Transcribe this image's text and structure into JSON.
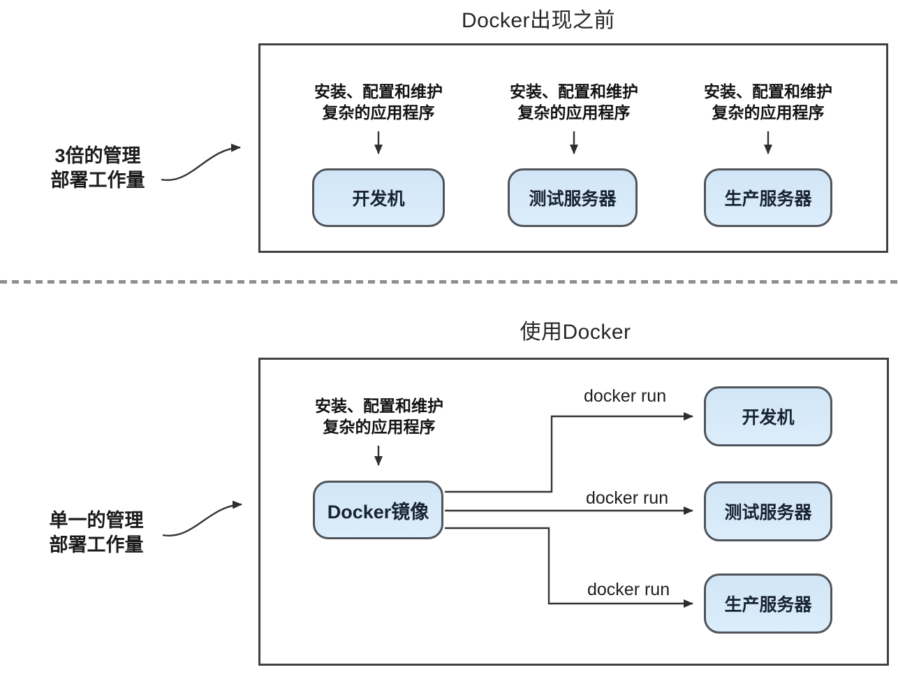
{
  "colors": {
    "node_fill": "#d8eaf9",
    "node_border": "#4e545a",
    "frame_border": "#3e4245",
    "divider_gray": "#8f8f8f",
    "text": "#121212",
    "arrow": "#2e2e2e"
  },
  "before": {
    "title": "Docker出现之前",
    "side_label_line1": "3倍的管理",
    "side_label_line2": "部署工作量",
    "columns": [
      {
        "caption_line1": "安装、配置和维护",
        "caption_line2": "复杂的应用程序",
        "box_label": "开发机"
      },
      {
        "caption_line1": "安装、配置和维护",
        "caption_line2": "复杂的应用程序",
        "box_label": "测试服务器"
      },
      {
        "caption_line1": "安装、配置和维护",
        "caption_line2": "复杂的应用程序",
        "box_label": "生产服务器"
      }
    ]
  },
  "after": {
    "title": "使用Docker",
    "side_label_line1": "单一的管理",
    "side_label_line2": "部署工作量",
    "caption_line1": "安装、配置和维护",
    "caption_line2": "复杂的应用程序",
    "image_box_label": "Docker镜像",
    "targets": [
      {
        "command": "docker run",
        "box_label": "开发机"
      },
      {
        "command": "docker run",
        "box_label": "测试服务器"
      },
      {
        "command": "docker run",
        "box_label": "生产服务器"
      }
    ]
  }
}
